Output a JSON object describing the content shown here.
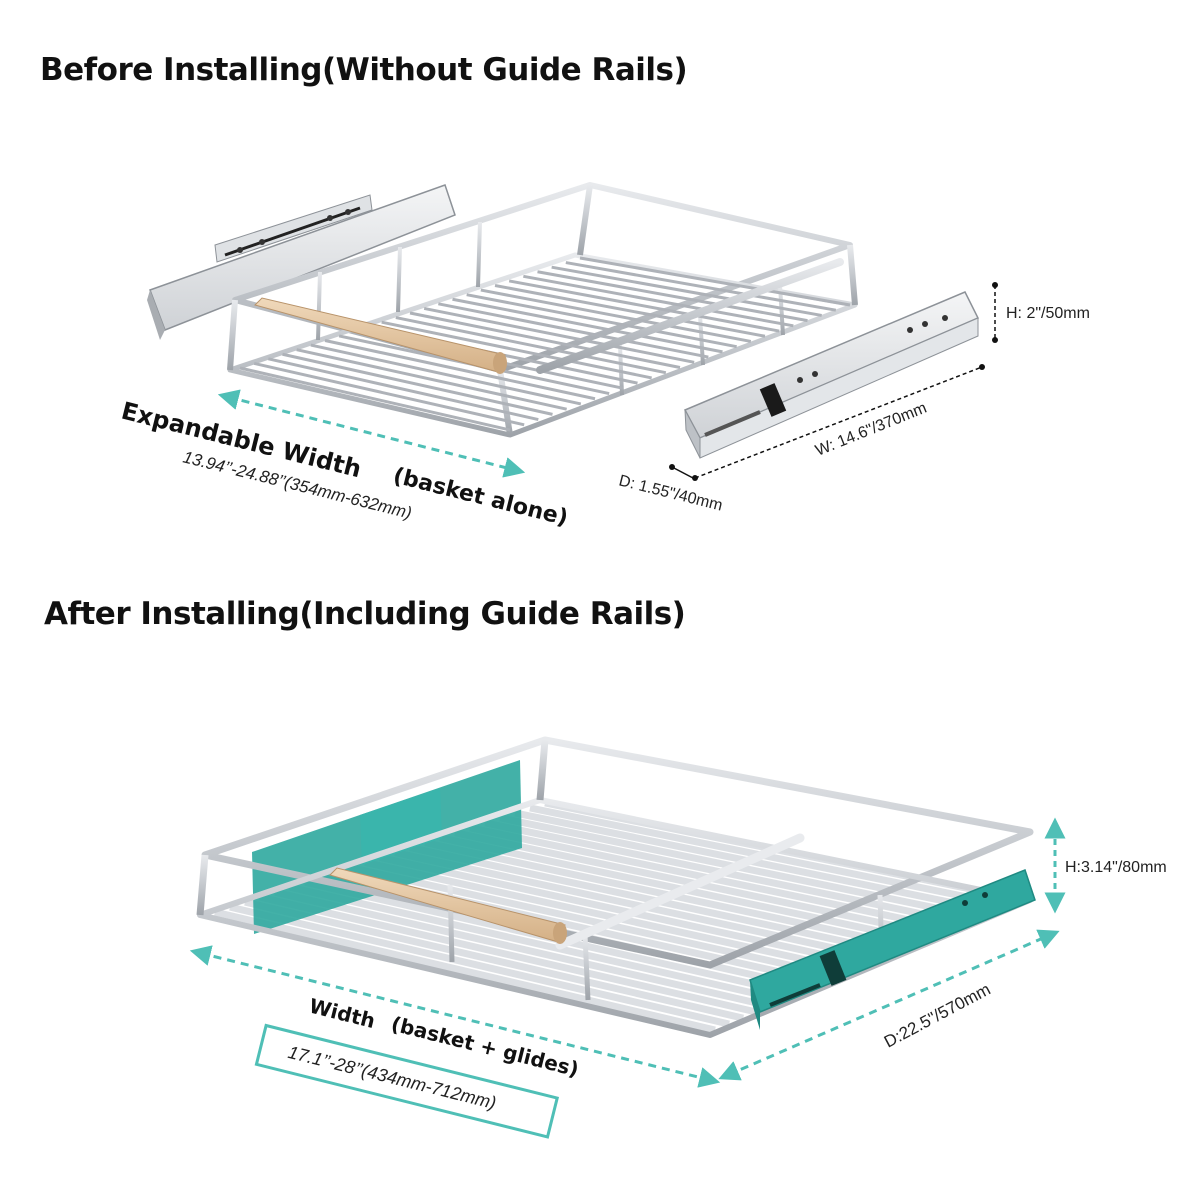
{
  "top": {
    "heading": "Before Installing(Without Guide Rails)",
    "expandable_label": "Expandable Width",
    "basket_alone": "(basket alone)",
    "width_range": "13.94’’-24.88’’(354mm-632mm)",
    "rail_height": "H: 2\"/50mm",
    "rail_width": "W: 14.6\"/370mm",
    "rail_depth": "D: 1.55\"/40mm"
  },
  "bottom": {
    "heading": "After Installing(Including Guide Rails)",
    "width_label": "Width",
    "basket_glides": "(basket + glides)",
    "width_range": "17.1’’-28’’(434mm-712mm)",
    "height": "H:3.14\"/80mm",
    "depth": "D:22.5\"/570mm"
  },
  "colors": {
    "accent": "#4fbfb6",
    "rail_teal": "#2fa89f",
    "wood": "#e2c4a0",
    "steel": "#b8bcc2"
  }
}
